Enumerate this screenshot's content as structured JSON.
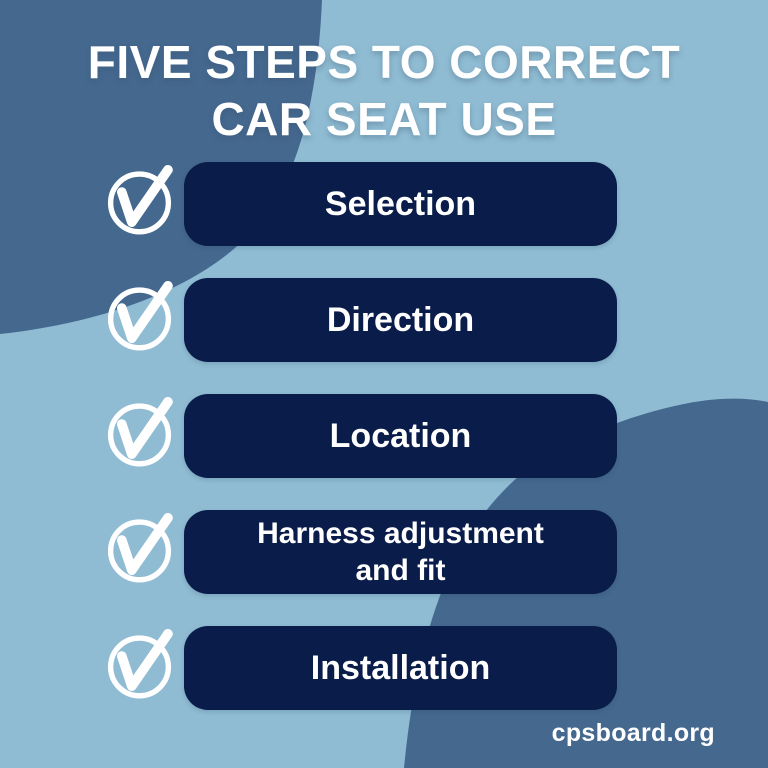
{
  "title": {
    "line1": "FIVE STEPS TO CORRECT",
    "line2": "CAR SEAT USE"
  },
  "steps": [
    {
      "icon": "check-circle-icon",
      "lines": [
        "Selection"
      ]
    },
    {
      "icon": "check-circle-icon",
      "lines": [
        "Direction"
      ]
    },
    {
      "icon": "check-circle-icon",
      "lines": [
        "Location"
      ]
    },
    {
      "icon": "check-circle-icon",
      "lines": [
        "Harness adjustment",
        "and fit"
      ]
    },
    {
      "icon": "check-circle-icon",
      "lines": [
        "Installation"
      ]
    }
  ],
  "footer": {
    "website": "cpsboard.org"
  },
  "colors": {
    "background": "#8FBCD3",
    "blob": "#45688F",
    "pill": "#0A1C4A",
    "text": "#FFFFFF"
  }
}
